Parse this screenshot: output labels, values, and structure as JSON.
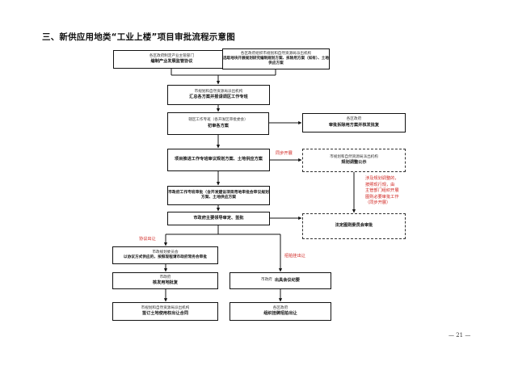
{
  "title": "三、新供应用地类“工业上楼”项目审批流程示意图",
  "boxes": {
    "b1": {
      "agency": "各区政府制定产业主管部门",
      "task": "编制产业发展监管协议"
    },
    "b2": {
      "agency": "各区政府组织市规划和自然资源局派出机构",
      "task": "选取地块开展规划研究编制规划方案、拆除用方案（如有）、土地供应方案"
    },
    "b3": {
      "agency": "市规划和自然资源局派出机构",
      "task": "汇总各方案并报请调区工作专班"
    },
    "b4": {
      "agency": "辖区工作专班（各开发区审批委会）",
      "task": "初审各方案"
    },
    "b5": {
      "agency": "各区政府",
      "task": "审批拆除用方案并核发批复"
    },
    "b6": {
      "agency": "",
      "task": "项目推进工作专班审议规划方案、土地供应方案"
    },
    "b7": {
      "agency": "市规划和自然资源局派出机构",
      "task": "规划调整公示"
    },
    "b8": {
      "agency": "",
      "task": "市政府工作专班审批（含开发建设项目用地审批会审议规划方案、土地供应方案"
    },
    "b9": {
      "agency": "",
      "task": "市政府主要领导审定、签批"
    },
    "b10": {
      "agency": "",
      "task": "法定图则委员会审批"
    },
    "b11": {
      "agency": "市政规划委员会",
      "task": "以协议方式供应的，按照现程请市政府常务会审批"
    },
    "b12": {
      "agency": "市政府",
      "task": "核发用地批复"
    },
    "b13": {
      "agency": "市政府",
      "task": "出具会议纪要"
    },
    "b14": {
      "agency": "市规划和自然资源局派出机构",
      "task": "签订土地使用权出让合同"
    },
    "b15": {
      "agency": "各区政府",
      "task": "组织挂牌招拍出让"
    }
  },
  "notes": {
    "n1": "同步开展",
    "n2": [
      "涉及规划调整的，",
      "按照现行规，由",
      "主管部门组织开展",
      "图则必要审批工作",
      "（同步开展）"
    ],
    "n3": "协议出让",
    "n4": "招拍挂出让"
  },
  "page_number": "— 21 —"
}
